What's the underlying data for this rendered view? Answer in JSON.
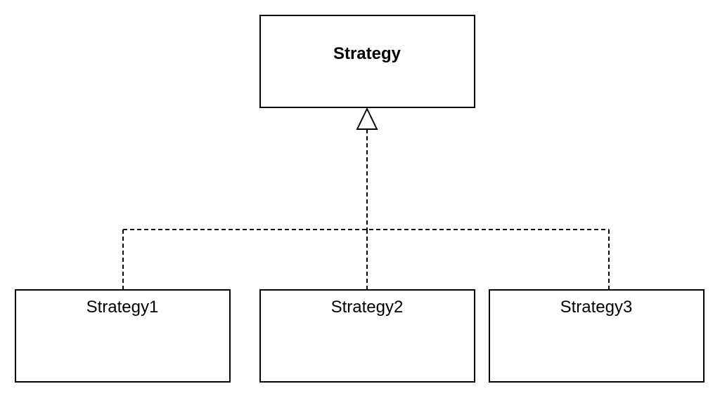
{
  "diagram": {
    "interface": {
      "label": "Strategy"
    },
    "implementations": [
      {
        "label": "Strategy1"
      },
      {
        "label": "Strategy2"
      },
      {
        "label": "Strategy3"
      }
    ],
    "relationship": "realization"
  },
  "colors": {
    "stroke": "#000000",
    "fill": "#ffffff"
  }
}
